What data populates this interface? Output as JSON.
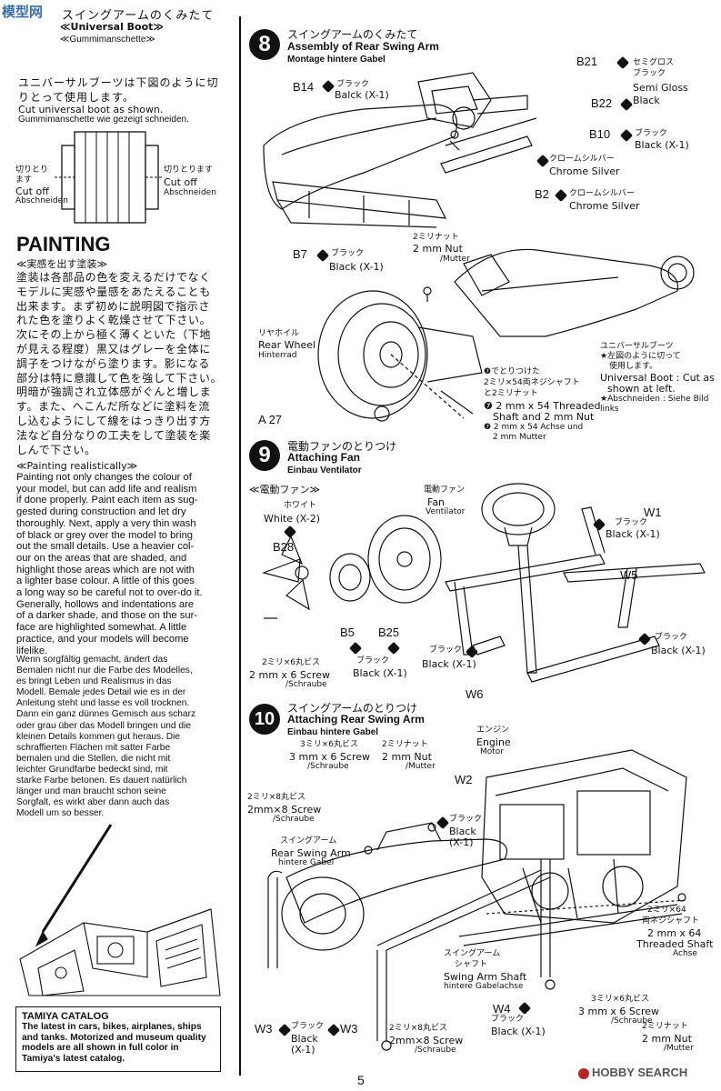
{
  "watermark_top": "模型网",
  "watermark_bottom": "HOBBY SEARCH",
  "left": {
    "step_header_jp": "スイングアームのくみたて",
    "boot_title_en": "≪Universal Boot≫",
    "boot_title_de": "≪Gummimanschette≫",
    "boot_jp_1": "ユニバーサルブーツは下図のように切",
    "boot_jp_2": "りとって使用します。",
    "boot_en": "Cut universal boot as shown.",
    "boot_de": "Gummimanschette wie gezeigt schneiden.",
    "cut_left_jp_1": "切りとり",
    "cut_left_jp_2": "ます",
    "cut_left_en": "Cut off",
    "cut_left_de": "Abschneiden",
    "cut_right_jp": "切りとります",
    "cut_right_en": "Cut off",
    "cut_right_de": "Abschneiden",
    "painting_title": "PAINTING",
    "painting_sub_jp": "≪実感を出す塗装≫",
    "painting_jp": [
      "塗装は各部品の色を変えるだけでなく",
      "モデルに実感や量感をあたえることも",
      "出来ます。まず初めに説明図で指示さ",
      "れた色を塗りよく乾燥させて下さい。",
      "次にその上から極く薄くといた（下地",
      "が見える程度）黒又はグレーを全体に",
      "調子をつけながら塗ります。影になる",
      "部分は特に意識して色を強して下さい。",
      "明暗が強調され立体感がぐんと増しま",
      "す。また、へこんだ所などに塗料を流",
      "し込むようにして線をはっきり出す方",
      "法など自分なりの工夫をして塗装を楽",
      "しんで下さい。"
    ],
    "painting_sub_en": "≪Painting realistically≫",
    "painting_en": [
      "Painting not only changes the colour of",
      "your model, but can add life and realism",
      "if done properly. Paint each item as sug-",
      "gested during construction and let dry",
      "thoroughly. Next, apply a very thin wash",
      "of black or grey over the model to bring",
      "out the small details. Use a heavier col-",
      "our on the areas that are shaded, and",
      "highlight those areas which are not with",
      "a lighter base colour. A little of this goes",
      "a long way so be careful not to over-do it.",
      "Generally, hollows and indentations are",
      "of a darker shade, and those on the sur-",
      "face are highlighted somewhat. A little",
      "practice, and your models will become",
      "lifelike."
    ],
    "painting_de": [
      "Wenn sorgfältig gemacht, ändert das",
      "Bemalen nicht nur die Farbe des Modelles,",
      "es bringt Leben und Realismus in das",
      "Modell. Bemale jedes Detail wie es in der",
      "Anleitung steht und lasse es voll trocknen.",
      "Dann ein ganz dünnes Gemisch aus scharz",
      "oder grau über das Modell bringen und die",
      "kleinen Details kommen gut heraus. Die",
      "schraffierten Flächen mit satter Farbe",
      "bemalen und die Stellen, die nicht mit",
      "leichter Grundfarbe bedeckt sind, mit",
      "starke Farbe betonen. Es dauert natürlich",
      "länger und man braucht schon seine",
      "Sorgfalt, es wirkt aber dann auch das",
      "Modell um so besser."
    ],
    "catalog_title": "TAMIYA CATALOG",
    "catalog_text": [
      "The latest in cars, bikes, airplanes, ships",
      "and tanks. Motorized and museum quality",
      "models are all shown in full color in",
      "Tamiya's latest catalog."
    ]
  },
  "step8": {
    "number": "8",
    "title_jp": "スイングアームのくみたて",
    "title_en": "Assembly of Rear Swing Arm",
    "title_de": "Montage hintere Gabel",
    "b21": "B21",
    "semigloss_jp_1": "セミグロス",
    "semigloss_jp_2": "ブラック",
    "semigloss_en_1": "Semi Gloss",
    "semigloss_en_2": "Black",
    "b22": "B22",
    "b14": "B14",
    "b14_jp": "ブラック",
    "b14_en": "Balck (X-1)",
    "b10": "B10",
    "b10_jp": "ブラック",
    "b10_en": "Black (X-1)",
    "chrome1_jp": "クロームシルバー",
    "chrome1_en": "Chrome Silver",
    "b2": "B2",
    "chrome2_jp": "クロームシルバー",
    "chrome2_en": "Chrome Silver",
    "b7": "B7",
    "b7_jp": "ブラック",
    "b7_en": "Black (X-1)",
    "nut_jp": "2ミリナット",
    "nut_en": "2 mm Nut",
    "nut_de": "/Mutter",
    "wheel_jp": "リヤホイル",
    "wheel_en": "Rear Wheel",
    "wheel_de": "Hinterrad",
    "shaft_jp_1": "❼でとりつけた",
    "shaft_jp_2": "2ミリ×54両ネジシャフト",
    "shaft_jp_3": "と2ミリナット",
    "shaft_en_1": "❼ 2 mm x 54 Threaded",
    "shaft_en_2": "Shaft and 2 mm Nut",
    "shaft_de_1": "❼ 2 mm x 54 Achse und",
    "shaft_de_2": "2 mm Mutter",
    "boot_jp_1": "ユニバーサルブーツ",
    "boot_jp_2": "★左図のように切って",
    "boot_jp_3": "使用します。",
    "boot_en_1": "Universal Boot : Cut as",
    "boot_en_2": "shown at left.",
    "boot_de_1": "★Abschneiden : Siehe Bild",
    "boot_de_2": "links",
    "a27": "A 27"
  },
  "step9": {
    "number": "9",
    "title_jp": "電動ファンのとりつけ",
    "title_en": "Attaching Fan",
    "title_de": "Einbau Ventilator",
    "sub_jp": "≪電動ファン≫",
    "white_jp": "ホワイト",
    "white_en": "White (X-2)",
    "b28": "B28",
    "fan_jp": "電動ファン",
    "fan_en": "Fan",
    "fan_de": "Ventilator",
    "w1": "W1",
    "w1_jp": "ブラック",
    "w1_en": "Black (X-1)",
    "w5": "W5",
    "w5_jp": "ブラック",
    "w5_en": "Black (X-1)",
    "b5": "B5",
    "b25": "B25",
    "b5_jp": "ブラック",
    "b5_en": "Black (X-1)",
    "screw_jp": "2ミリ×6丸ビス",
    "screw_en": "2 mm x 6 Screw",
    "screw_de": "/Schraube",
    "w6_jp": "ブラック",
    "w6_en": "Black (X-1)",
    "w6": "W6"
  },
  "step10": {
    "number": "10",
    "title_jp": "スイングアームのとりつけ",
    "title_en": "Attaching Rear Swing Arm",
    "title_de": "Einbau hintere Gabel",
    "screw3_jp": "3ミリ×6丸ビス",
    "screw3_en": "3 mm x 6 Screw",
    "screw3_de": "/Schraube",
    "nut_jp": "2ミリナット",
    "nut_en": "2 mm Nut",
    "nut_de": "/Mutter",
    "engine_jp": "エンジン",
    "engine_en": "Engine",
    "engine_de": "Motor",
    "w2": "W2",
    "w2_jp": "ブラック",
    "w2_en_1": "Black",
    "w2_en_2": "(X-1)",
    "screw8_jp": "2ミリ×8丸ビス",
    "screw8_en": "2mm×8 Screw",
    "screw8_de": "/Schraube",
    "swing_jp": "スイングアーム",
    "swing_en": "Rear Swing Arm",
    "swing_de": "hintere Gabel",
    "shaft64_jp_1": "2ミリ×64",
    "shaft64_jp_2": "両ネジシャフト",
    "shaft64_en_1": "2 mm x 64",
    "shaft64_en_2": "Threaded Shaft",
    "shaft64_de": "Achse",
    "swshaft_jp_1": "スイングアーム",
    "swshaft_jp_2": "シャフト",
    "swshaft_en": "Swing Arm Shaft",
    "swshaft_de": "hintere Gabelachse",
    "screw3b_jp": "3ミリ×6丸ビス",
    "screw3b_en": "3 mm x 6 Screw",
    "screw3b_de": "/Schraube",
    "w4": "W4",
    "w4_jp": "ブラック",
    "w4_en": "Black (X-1)",
    "nut2_jp": "2ミリナット",
    "nut2_en": "2 mm Nut",
    "nut2_de": "/Mutter",
    "w3a": "W3",
    "w3a_jp": "ブラック",
    "w3a_en_1": "Black",
    "w3a_en_2": "(X-1)",
    "w3b": "W3",
    "screw8b_jp": "2ミリ×8丸ビス",
    "screw8b_en": "2mm×8 Screw",
    "screw8b_de": "/Schraube"
  },
  "page_number": "5"
}
